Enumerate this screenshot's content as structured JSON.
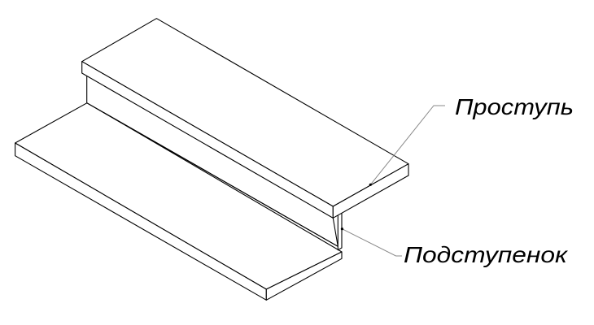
{
  "diagram": {
    "type": "isometric stair drawing",
    "labels": {
      "tread": "Проступь",
      "riser": "Подступенок"
    },
    "colors": {
      "line": "#000000",
      "leader": "#8a8a8a",
      "background": "#ffffff"
    }
  }
}
